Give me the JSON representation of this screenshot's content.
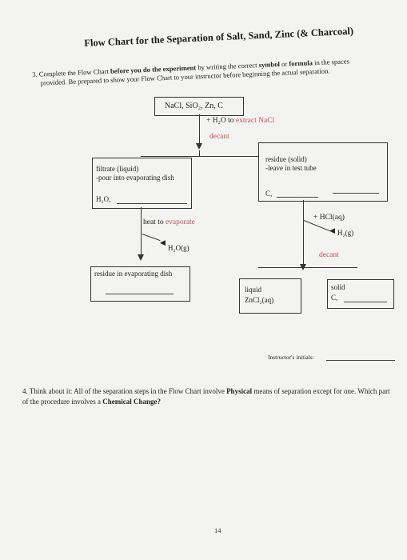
{
  "title": "Flow Chart for the Separation of Salt, Sand, Zinc (& Charcoal)",
  "q3": {
    "number": "3.",
    "line1_a": "Complete the Flow Chart",
    "line1_b": "before you do the experiment",
    "line1_c": "by writing the correct",
    "line1_d": "symbol",
    "line1_e": "or",
    "line1_f": "formula",
    "line1_g": "in the spaces",
    "line2": "provided.  Be prepared to show your Flow Chart to your instructor before beginning the actual separation."
  },
  "flow": {
    "start_box": "NaCl, SiO₂, Zn, C",
    "step1_reagent": "+ H₂O to",
    "step1_action": "extract NaCl",
    "step1_decant": "decant",
    "filtrate_line1": "filtrate (liquid)",
    "filtrate_line2": "-pour into evaporating dish",
    "filtrate_blank_label": "H₂O,",
    "residue_line1": "residue (solid)",
    "residue_line2": "-leave in test tube",
    "residue_blank_label": "C,",
    "heat_label_a": "heat to",
    "heat_label_b": "evaporate",
    "vapor_label": "H₂O(g)",
    "evap_residue_label": "residue in evaporating dish",
    "hcl_label": "+ HCl(aq)",
    "h2_label": "H₂(g)",
    "decant2": "decant",
    "liquid_line1": "liquid",
    "liquid_line2": "ZnCl₂(aq)",
    "solid_line1": "solid",
    "solid_line2": "C,"
  },
  "instructor_initials": "Instructor's initials:",
  "q4": {
    "number": "4.",
    "text_a": "Think about it:  All of the separation steps in the Flow Chart involve",
    "text_b": "Physical",
    "text_c": "means of separation except for one.  Which part of the procedure involves a",
    "text_d": "Chemical Change?"
  },
  "page_number": "14"
}
